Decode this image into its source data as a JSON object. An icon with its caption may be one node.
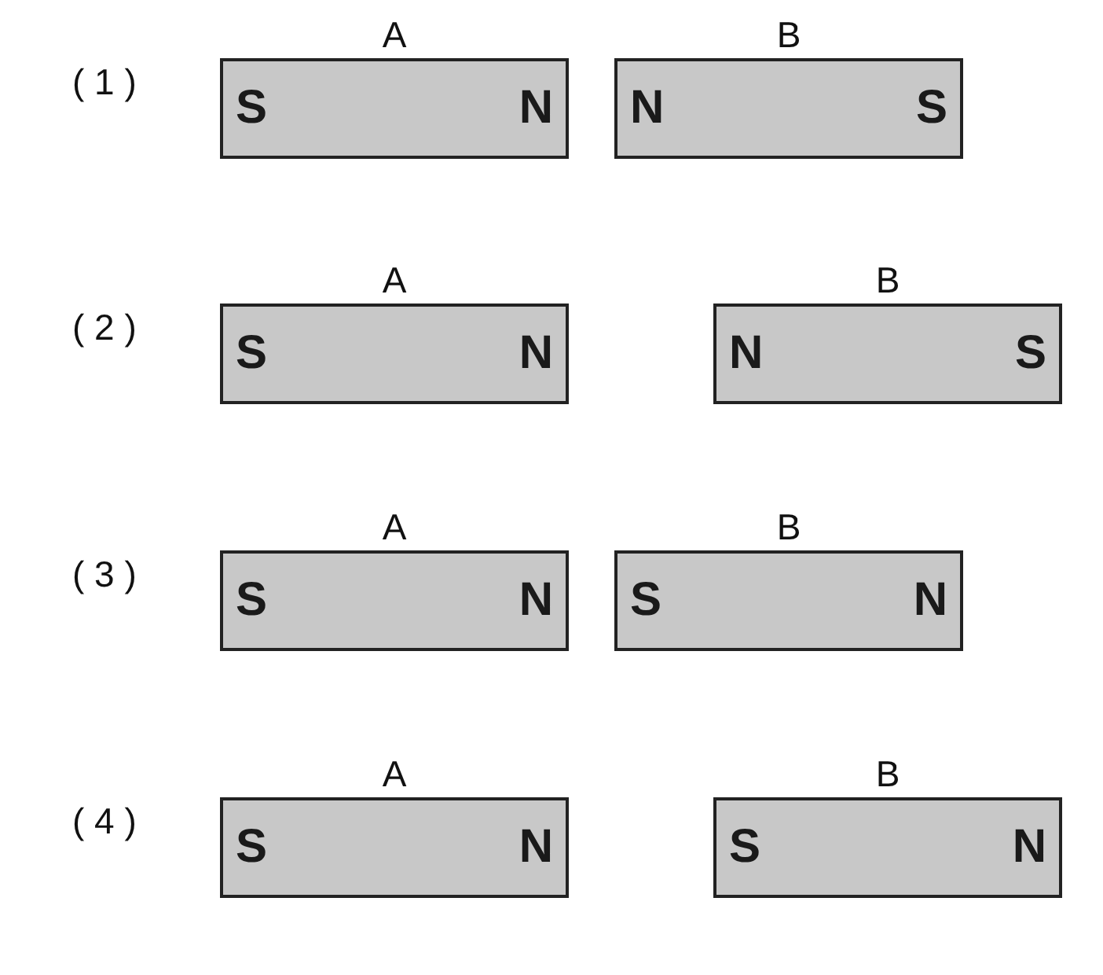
{
  "diagram": {
    "nodes": [
      {
        "text": [
          "A",
          "S",
          "N"
        ]
      },
      {
        "text": [
          "B",
          "N",
          "S"
        ]
      },
      {
        "text": [
          "A",
          "S",
          "N"
        ]
      },
      {
        "text": [
          "B",
          "N",
          "S"
        ]
      },
      {
        "text": [
          "A",
          "S",
          "N"
        ]
      },
      {
        "text": [
          "B",
          "S",
          "N"
        ]
      },
      {
        "text": [
          "A",
          "S",
          "N"
        ]
      },
      {
        "text": [
          "B",
          "S",
          "N"
        ]
      }
    ],
    "edges": [],
    "labels": [
      "( 1 )",
      "( 2 )",
      "( 3 )",
      "( 4 )"
    ]
  }
}
